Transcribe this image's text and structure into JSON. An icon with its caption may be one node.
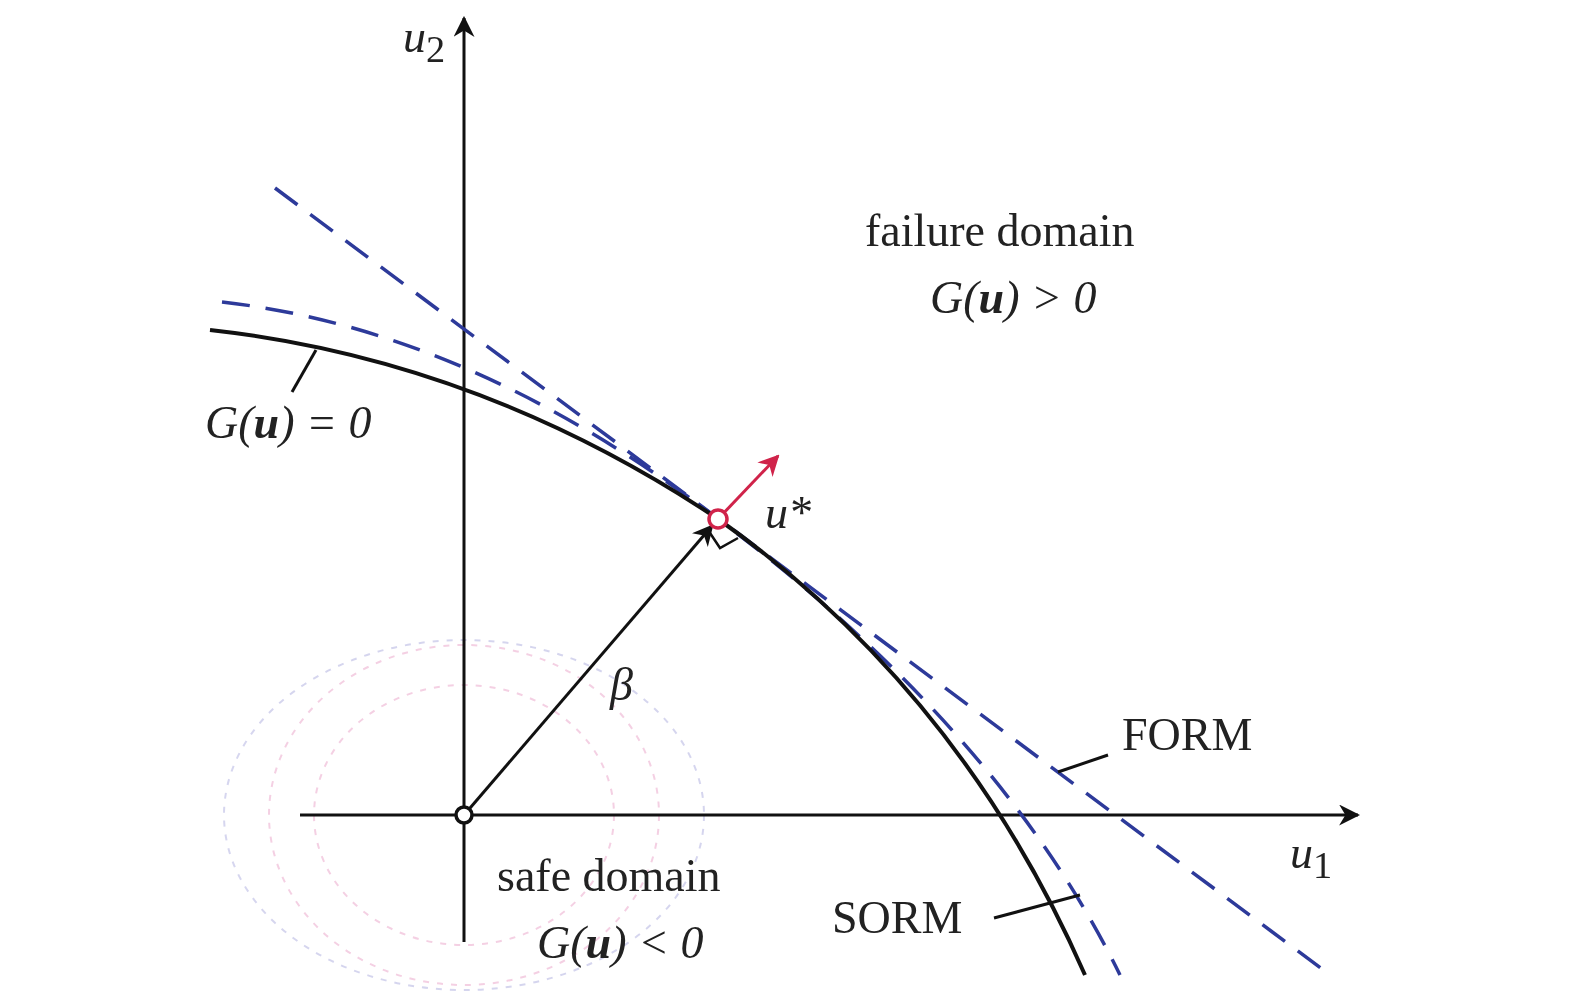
{
  "diagram": {
    "nodes": [
      {
        "text": [],
        "shape": "circle"
      },
      {
        "text": [],
        "shape": "circle",
        "beside": [
          "u*"
        ]
      },
      {
        "text": [
          "G(**u**) = 0"
        ]
      },
      {
        "text": [
          "FORM"
        ]
      },
      {
        "text": [
          "SORM"
        ]
      }
    ],
    "edges": [
      {
        "from": 0,
        "to": 1,
        "arrow": "to",
        "label": "β"
      },
      {
        "from": 1,
        "to": null,
        "arrow": "to",
        "color": "#d0234a"
      },
      {
        "from": 2,
        "to": null,
        "arrow": "none"
      },
      {
        "from": 3,
        "to": null,
        "arrow": "none"
      },
      {
        "from": 4,
        "to": null,
        "arrow": "none"
      }
    ],
    "labels": [
      "*u*$_{2}$",
      "failure domain",
      "G(**u**) > 0",
      "*u*$_{1}$",
      "safe domain",
      "G(**u**) < 0"
    ]
  }
}
